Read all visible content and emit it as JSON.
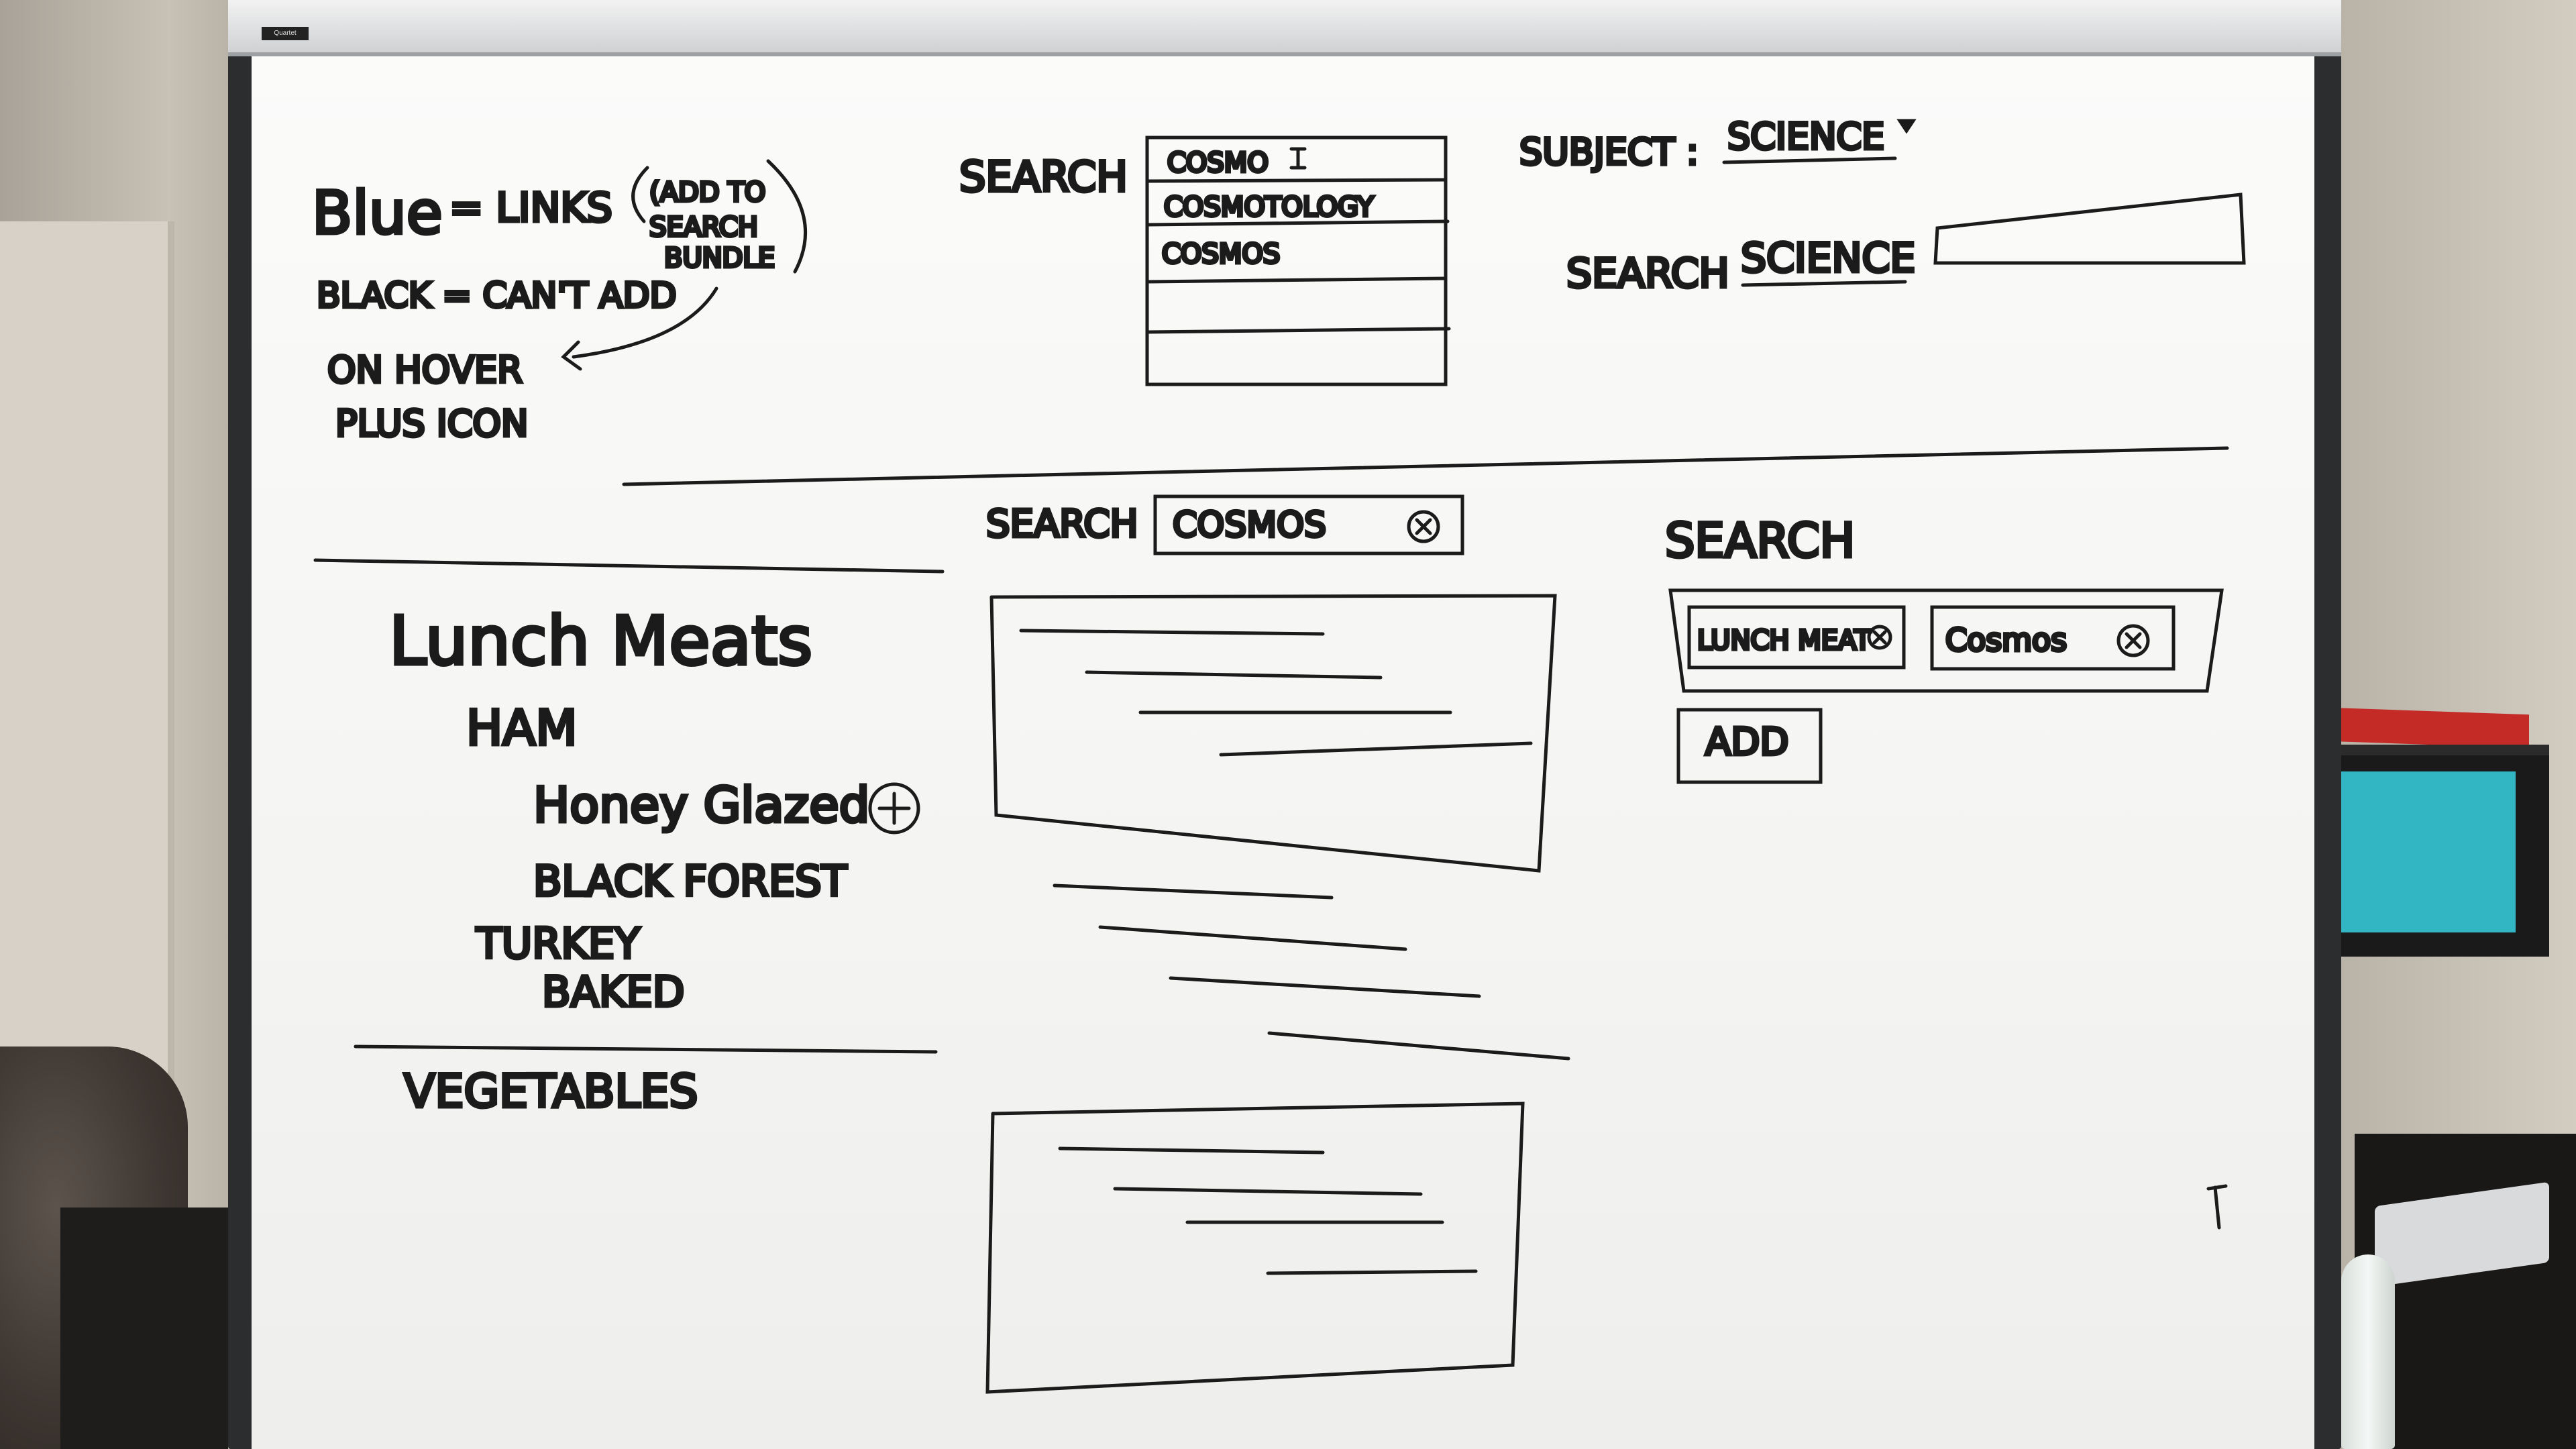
{
  "legend": {
    "line1_left": "Blue",
    "line1_right": "= LINKS",
    "aside_1": "(ADD TO",
    "aside_2": "SEARCH",
    "aside_3": "BUNDLE",
    "line2": "BLACK = CAN'T ADD",
    "hover_1": "ON HOVER",
    "hover_2": "PLUS ICON"
  },
  "autocomplete": {
    "label": "SEARCH",
    "rows": [
      "COSMO",
      "COSMOTOLOGY",
      "COSMOS",
      "",
      ""
    ]
  },
  "subject": {
    "label": "SUBJECT :",
    "value": "SCIENCE",
    "search_label": "SEARCH",
    "search_scope": "SCIENCE"
  },
  "tree": {
    "category": "Lunch Meats",
    "items": [
      {
        "label": "HAM",
        "level": 1
      },
      {
        "label": "Honey Glazed",
        "level": 2,
        "plus": true
      },
      {
        "label": "BLACK FOREST",
        "level": 2
      },
      {
        "label": "TURKEY",
        "level": 1
      },
      {
        "label": "BAKED",
        "level": 2
      }
    ],
    "next_category": "VEGETABLES"
  },
  "results": {
    "label": "SEARCH",
    "query": "COSMOS"
  },
  "bundle": {
    "label": "SEARCH",
    "chips": [
      "LUNCH MEAT",
      "Cosmos"
    ],
    "add_label": "ADD"
  },
  "ink_color": "#1b1b1b",
  "board_brand": "Quartet"
}
